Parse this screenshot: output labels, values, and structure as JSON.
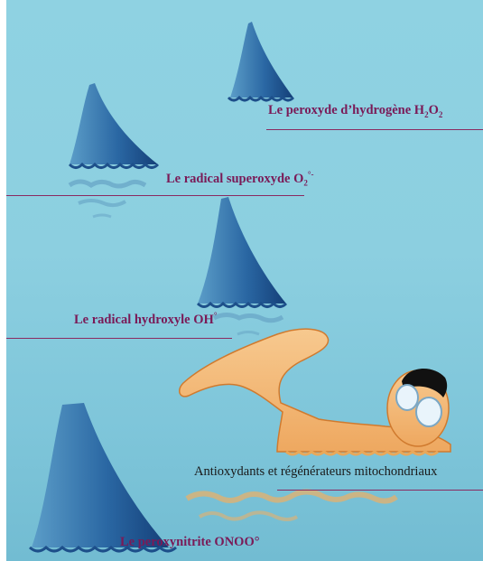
{
  "labels": {
    "h2o2": {
      "prefix": "Le peroxyde d’hydrogène H",
      "sub1": "2",
      "mid": "O",
      "sub2": "2"
    },
    "superoxide": {
      "prefix": "Le radical superoxyde O",
      "sub": "2",
      "sup": "°-"
    },
    "hydroxyl": {
      "text": "Le radical hydroxyle OH",
      "sup": "°"
    },
    "antioxidants": {
      "text": "Antioxydants et régénérateurs mitochondriaux"
    },
    "peroxynitrite": {
      "text": "Le peroxynitrite ONOO°"
    }
  },
  "colors": {
    "water_top": "#8fd2e2",
    "water_bottom": "#72bcd2",
    "fin_dark": "#1d4f8a",
    "fin_light": "#5b9dc8",
    "swimmer_skin": "#f3b777",
    "swimmer_outline": "#d07a2e",
    "label_text": "#7a1a57",
    "antioxidant_text": "#1a1a1a"
  }
}
